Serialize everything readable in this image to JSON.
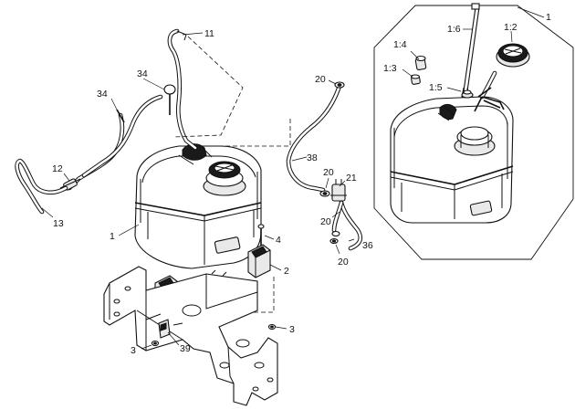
{
  "diagram": {
    "callouts": {
      "c1_main": "1",
      "c1_inset": "1",
      "c1_2": "1:2",
      "c1_3": "1:3",
      "c1_4": "1:4",
      "c1_5": "1:5",
      "c1_6": "1:6",
      "c2": "2",
      "c3_right": "3",
      "c3_left": "3",
      "c4": "4",
      "c11": "11",
      "c12": "12",
      "c13": "13",
      "c20_top": "20",
      "c20_a": "20",
      "c20_b": "20",
      "c20_c": "20",
      "c21": "21",
      "c34_a": "34",
      "c34_b": "34",
      "c36": "36",
      "c38": "38",
      "c39": "39"
    }
  }
}
